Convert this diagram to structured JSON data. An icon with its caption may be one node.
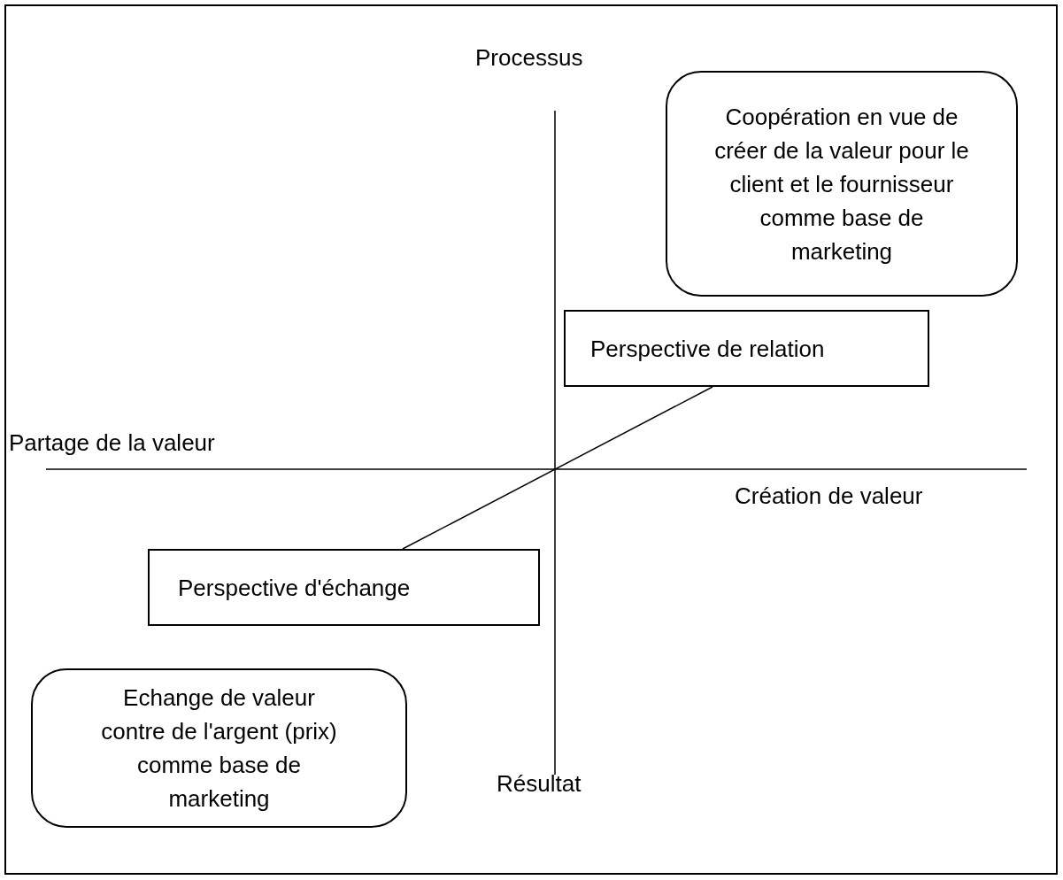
{
  "diagram": {
    "nodes": [
      {
        "text": [
          "Coopération en vue de créer de la valeur pour le client et le fournisseur comme base de marketing"
        ]
      },
      {
        "text": [
          "Perspective de relation"
        ]
      },
      {
        "text": [
          "Perspective d'échange"
        ]
      },
      {
        "text": [
          "Echange de valeur contre de l'argent (prix) comme base de marketing"
        ]
      }
    ],
    "edges": [
      {
        "from": 1,
        "to": 2,
        "arrow": "none"
      }
    ],
    "labels": [
      "Processus",
      "Partage de la valeur",
      "Création de valeur",
      "Résultat"
    ]
  }
}
